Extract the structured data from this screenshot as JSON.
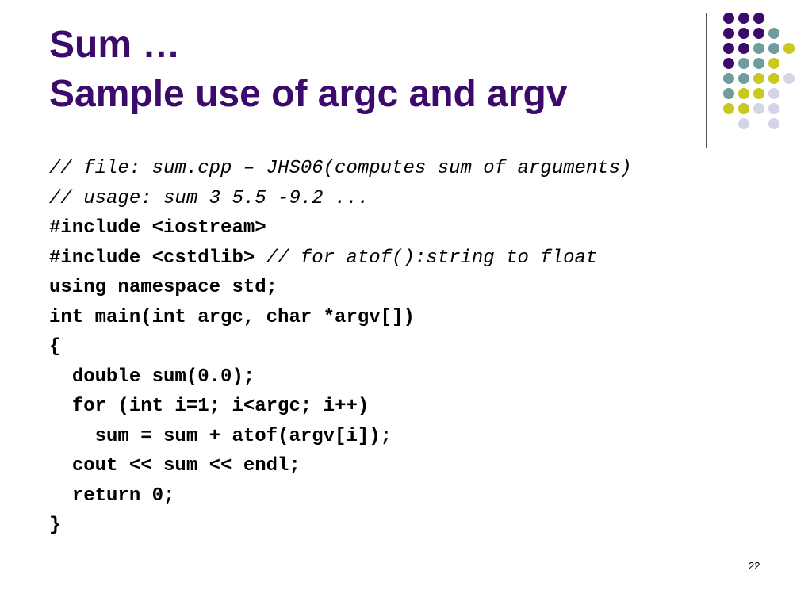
{
  "slide": {
    "title_line1": "Sum …",
    "title_line2": "Sample use of argc and argv",
    "page_number": "22",
    "colors": {
      "title": "#3b0a6b",
      "dot_purple": "#3b0a6b",
      "dot_teal": "#6f9c9c",
      "dot_yellow": "#c8c81e",
      "dot_lavender": "#d4d4e8"
    },
    "code_lines": [
      {
        "indent": "",
        "bold": "",
        "comment": "// file: sum.cpp – JHS06(computes sum of arguments)"
      },
      {
        "indent": "",
        "bold": "",
        "comment": "// usage: sum 3 5.5 -9.2 ..."
      },
      {
        "indent": "",
        "bold": "#include <iostream>",
        "comment": ""
      },
      {
        "indent": "",
        "bold": "#include <cstdlib> ",
        "comment": "// for atof():string to float"
      },
      {
        "indent": "",
        "bold": "using namespace std;",
        "comment": ""
      },
      {
        "indent": "",
        "bold": "int main(int argc, char *argv[])",
        "comment": ""
      },
      {
        "indent": "",
        "bold": "{",
        "comment": ""
      },
      {
        "indent": "  ",
        "bold": "double sum(0.0);",
        "comment": ""
      },
      {
        "indent": "  ",
        "bold": "for (int i=1; i<argc; i++)",
        "comment": ""
      },
      {
        "indent": "    ",
        "bold": "sum = sum + atof(argv[i]);",
        "comment": ""
      },
      {
        "indent": "  ",
        "bold": "cout << sum << endl;",
        "comment": ""
      },
      {
        "indent": "  ",
        "bold": "return 0;",
        "comment": ""
      },
      {
        "indent": "",
        "bold": "}",
        "comment": ""
      }
    ]
  }
}
